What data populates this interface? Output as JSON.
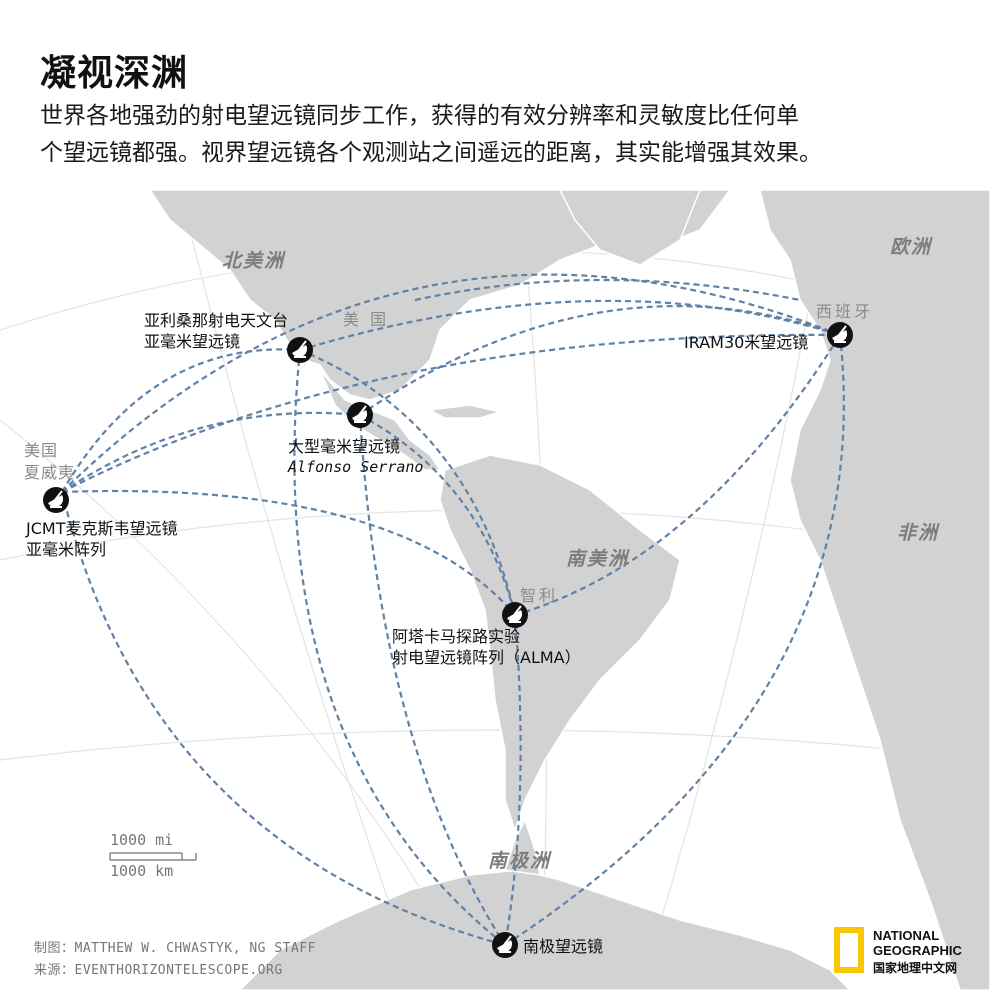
{
  "header": {
    "title": "凝视深渊",
    "subtitle_lines": [
      "世界各地强劲的射电望远镜同步工作，获得的有效分辨率和灵敏度比任何单",
      "个望远镜都强。视界望远镜各个观测站之间遥远的距离，其实能增强其效果。"
    ]
  },
  "map": {
    "colors": {
      "land": "#d2d2d2",
      "ocean": "#ffffff",
      "graticule": "#e4e4e4",
      "link": "#5f82a6",
      "marker": "#111111"
    },
    "continents": {
      "north_america": "北美洲",
      "europe": "欧洲",
      "south_america": "南美洲",
      "africa": "非洲",
      "antarctica": "南极洲"
    },
    "countries": {
      "usa": "美 国",
      "spain": "西班牙",
      "chile": "智利",
      "hawaii_line1": "美国",
      "hawaii_line2": "夏威夷"
    },
    "sites": {
      "arizona_line1": "亚利桑那射电天文台",
      "arizona_line2": "亚毫米望远镜",
      "lmt_line1": "大型毫米望远镜",
      "lmt_line2": "Alfonso Serrano",
      "iram": "IRAM30米望远镜",
      "hawaii_line1": "JCMT麦克斯韦望远镜",
      "hawaii_line2": "亚毫米阵列",
      "alma_line1": "阿塔卡马探路实验",
      "alma_line2": "射电望远镜阵列（ALMA）",
      "south_pole": "南极望远镜"
    },
    "scale": {
      "miles": "1000 mi",
      "km": "1000 km"
    }
  },
  "credits": {
    "graphic": "制图：MATTHEW W. CHWASTYK, NG STAFF",
    "source": "来源：EVENTHORIZONTELESCOPE.ORG"
  },
  "logo": {
    "line1": "NATIONAL",
    "line2": "GEOGRAPHIC",
    "line3": "国家地理中文网",
    "border_color": "#f7c700"
  }
}
